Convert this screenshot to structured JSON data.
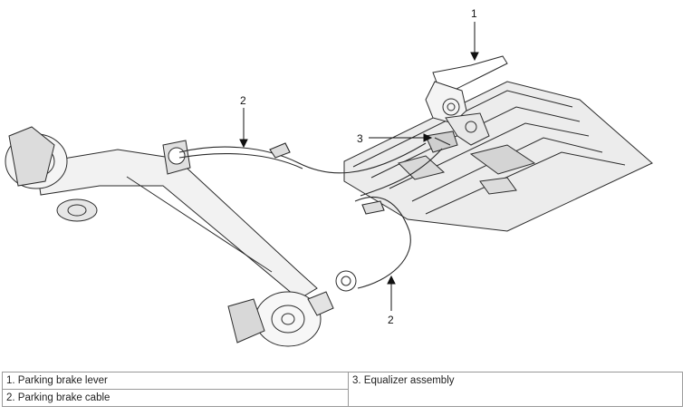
{
  "figure": {
    "callouts": {
      "lever": "1",
      "cable_upper": "2",
      "cable_lower": "2",
      "equalizer": "3"
    }
  },
  "legend": {
    "items": [
      "1. Parking brake lever",
      "2. Parking brake cable",
      "3. Equalizer assembly"
    ]
  }
}
